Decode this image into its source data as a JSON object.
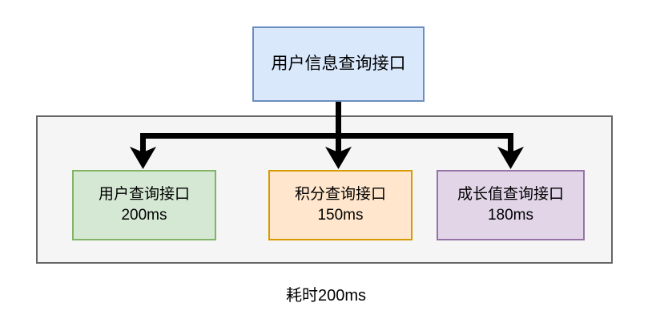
{
  "diagram": {
    "type": "tree",
    "root": {
      "label": "用户信息查询接口"
    },
    "group": {
      "name": "child-interfaces-group"
    },
    "children": [
      {
        "label": "用户查询接口",
        "metric": "200ms",
        "fill": "#d5e8d4",
        "stroke": "#82b366"
      },
      {
        "label": "积分查询接口",
        "metric": "150ms",
        "fill": "#ffe6cc",
        "stroke": "#d79b00"
      },
      {
        "label": "成长值查询接口",
        "metric": "180ms",
        "fill": "#e1d5e7",
        "stroke": "#9673a6"
      }
    ],
    "caption": "耗时200ms",
    "colors": {
      "root_fill": "#dae8fc",
      "root_stroke": "#6c8ebf",
      "group_fill": "#f5f5f5",
      "group_stroke": "#666666",
      "connector": "#000000",
      "background": "#ffffff"
    }
  }
}
